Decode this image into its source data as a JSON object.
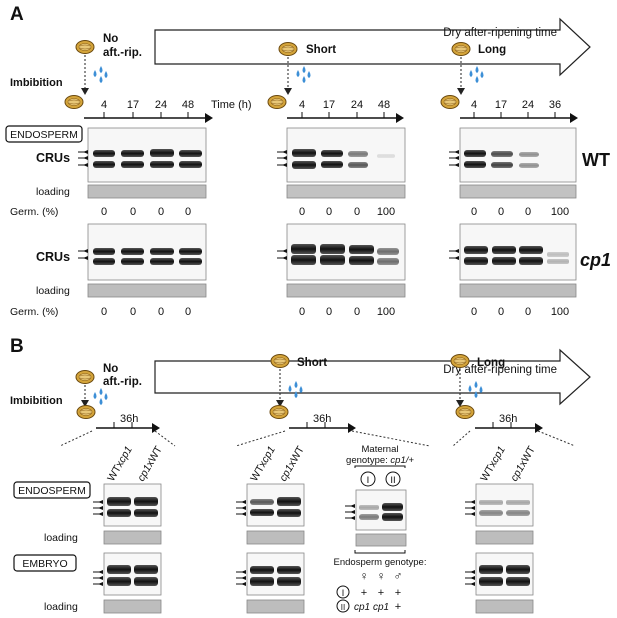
{
  "panelA": {
    "label": "A",
    "stage_no": [
      "No",
      "aft.-rip."
    ],
    "stage_short": "Short",
    "stage_long": "Long",
    "arrow_label": "Dry after-ripening time",
    "imbibition": "Imbibition",
    "time_unit": "Time (h)",
    "times_no": [
      "4",
      "17",
      "24",
      "48"
    ],
    "times_short": [
      "4",
      "17",
      "24",
      "48"
    ],
    "times_long": [
      "4",
      "17",
      "24",
      "36"
    ],
    "endosperm_box": "ENDOSPERM",
    "cru_label": "CRUs",
    "loading_label": "loading",
    "germ_label": "Germ. (%)",
    "wt_label": "WT",
    "cp1_label": "cp1",
    "germ_no": [
      "0",
      "0",
      "0",
      "0"
    ],
    "germ_short": [
      "0",
      "0",
      "0",
      "100"
    ],
    "germ_long": [
      "0",
      "0",
      "0",
      "100"
    ]
  },
  "panelB": {
    "label": "B",
    "stage_no": [
      "No",
      "aft.-rip."
    ],
    "stage_short": "Short",
    "stage_long": "Long",
    "arrow_label": "Dry after-ripening time",
    "imbibition": "Imbibition",
    "time_36": "36h",
    "lane_wt_cp1_prefix": "WTx",
    "lane_wt_cp1_italic": "cp1",
    "lane_cp1_wt_italic": "cp1",
    "lane_cp1_wt_suffix": "xWT",
    "endosperm_box": "ENDOSPERM",
    "embryo_box": "EMBRYO",
    "loading_label": "loading",
    "maternal_line1": "Maternal",
    "maternal_line2_prefix": "genotype: ",
    "maternal_line2_italic": "cp1/+",
    "roman_I": "I",
    "roman_II": "II",
    "endo_genotype": "Endosperm genotype:",
    "sym_female": "♀",
    "sym_male": "♂",
    "plus": "+",
    "cp1_italic": "cp1"
  }
}
